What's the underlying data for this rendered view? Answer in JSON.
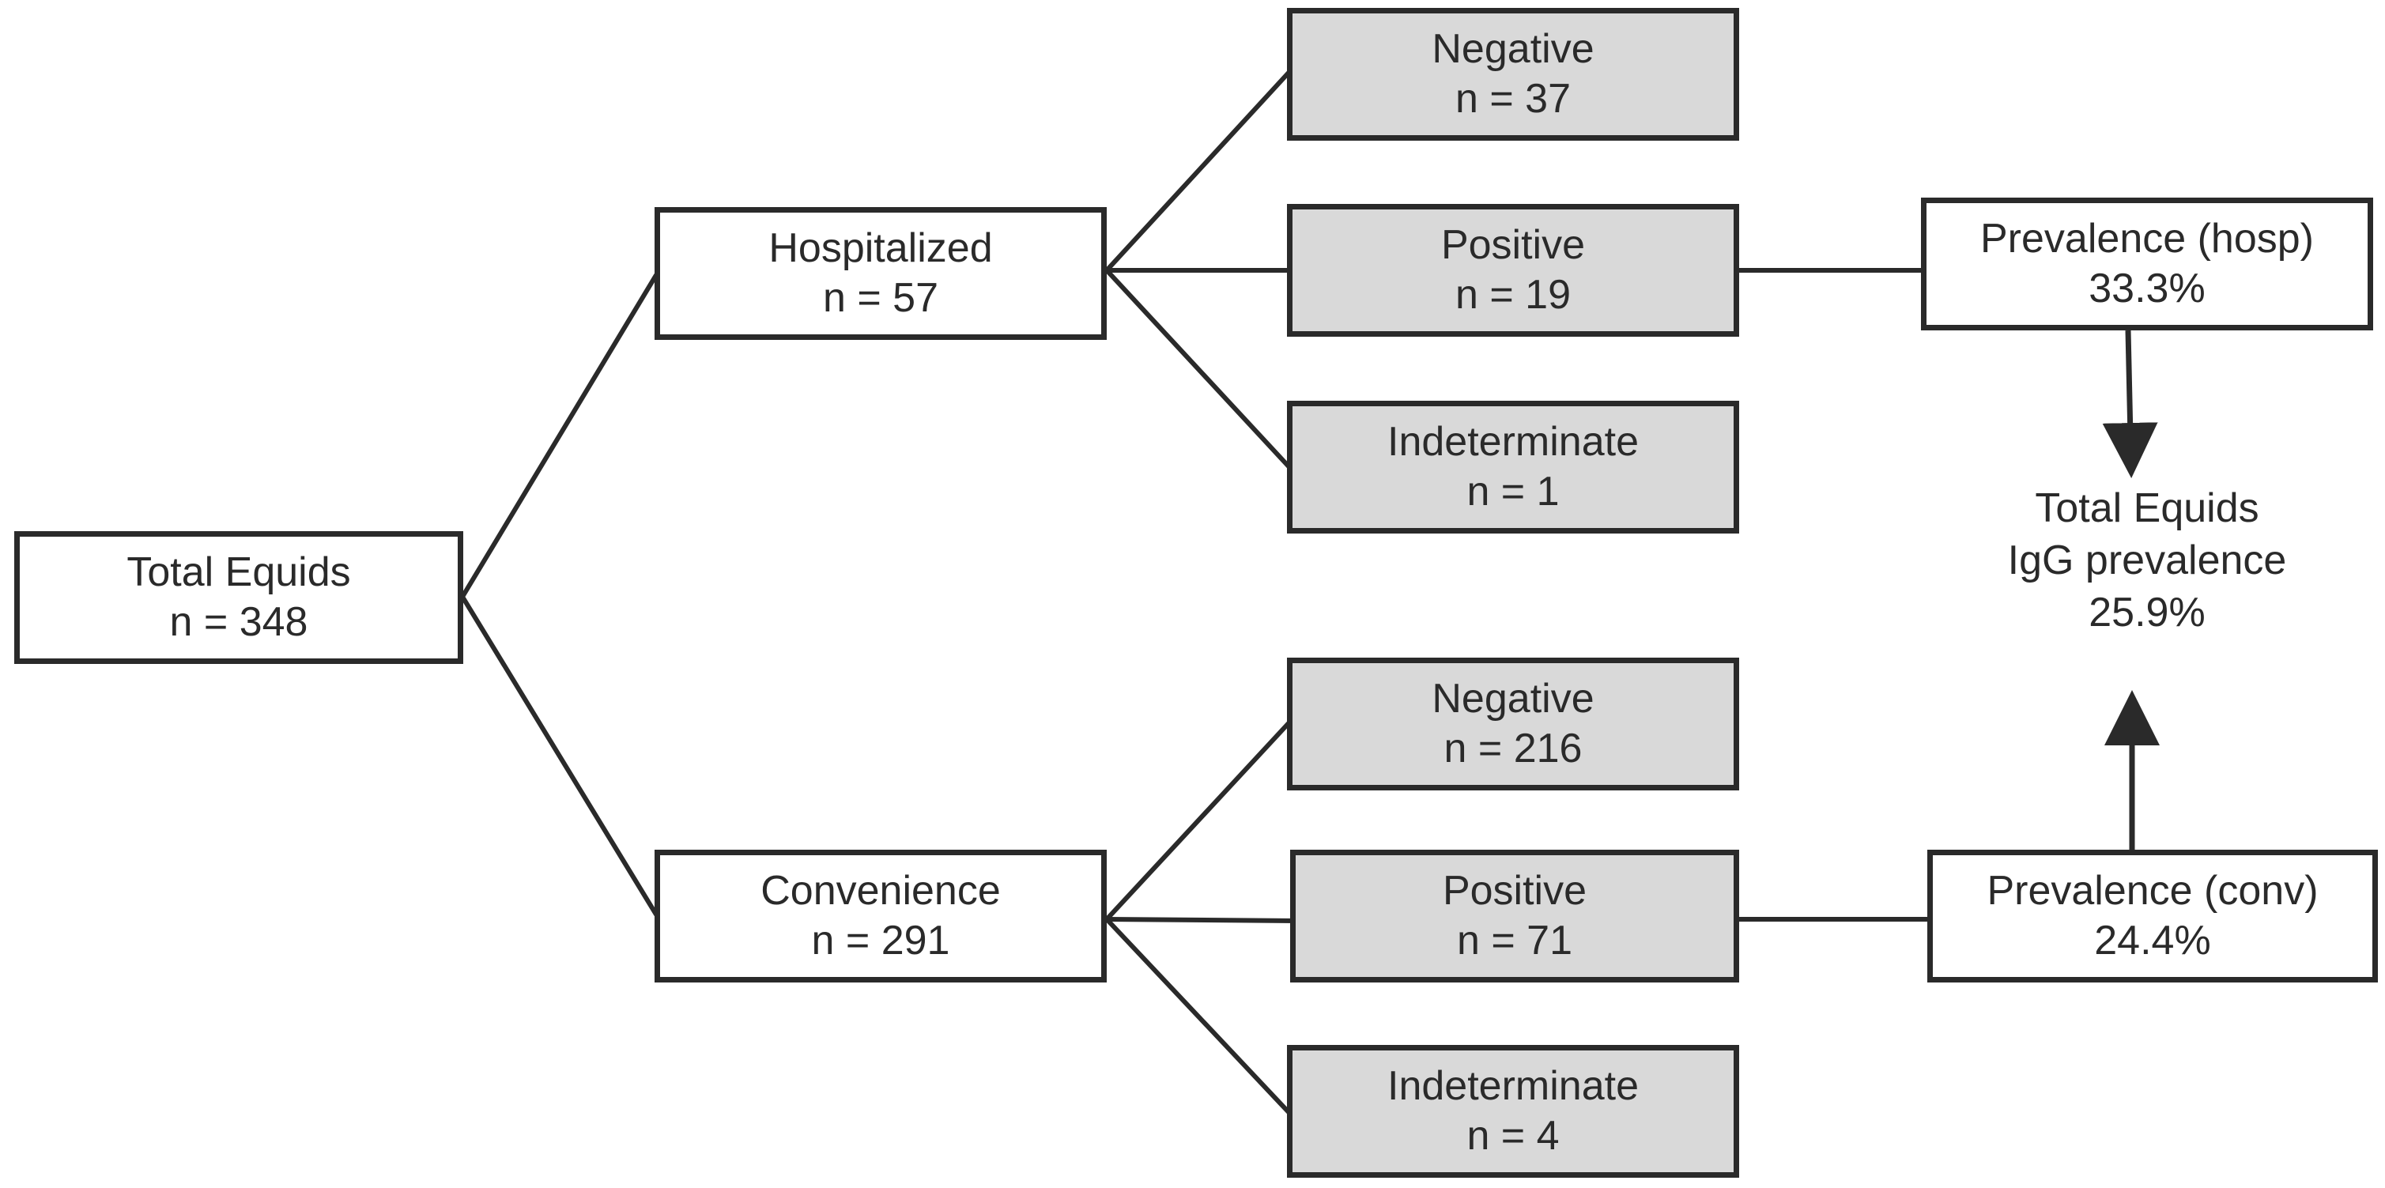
{
  "diagram": {
    "colors": {
      "line": "#2a2a2a",
      "outcome_fill": "#d9d9d9",
      "box_fill": "#ffffff"
    },
    "total": {
      "label": "Total Equids",
      "count": "n = 348"
    },
    "hospitalized": {
      "label": "Hospitalized",
      "count": "n = 57",
      "negative": {
        "label": "Negative",
        "count": "n = 37"
      },
      "positive": {
        "label": "Positive",
        "count": "n = 19"
      },
      "indeterminate": {
        "label": "Indeterminate",
        "count": "n = 1"
      },
      "prevalence": {
        "label": "Prevalence (hosp)",
        "value": "33.3%"
      }
    },
    "convenience": {
      "label": "Convenience",
      "count": "n = 291",
      "negative": {
        "label": "Negative",
        "count": "n = 216"
      },
      "positive": {
        "label": "Positive",
        "count": "n = 71"
      },
      "indeterminate": {
        "label": "Indeterminate",
        "count": "n = 4"
      },
      "prevalence": {
        "label": "Prevalence (conv)",
        "value": "24.4%"
      }
    },
    "overall": {
      "line1": "Total Equids",
      "line2": "IgG prevalence",
      "value": "25.9%"
    }
  }
}
